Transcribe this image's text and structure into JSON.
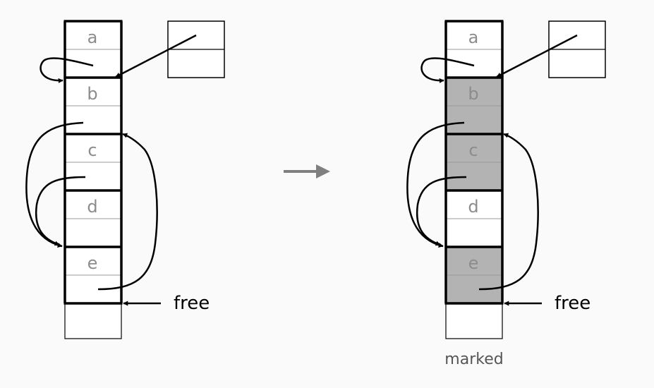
{
  "before": {
    "objects": [
      "a",
      "b",
      "c",
      "d",
      "e"
    ],
    "free_label": "free"
  },
  "after": {
    "objects": [
      "a",
      "b",
      "c",
      "d",
      "e"
    ],
    "marked_objects": [
      "b",
      "c",
      "e"
    ],
    "free_label": "free",
    "caption": "marked"
  },
  "colors": {
    "background": "#fafafa",
    "marked_fill": "#b3b3b3",
    "object_letter": "#8c8c8c",
    "arrow": "#000000",
    "transition_arrow": "#7f7f7f",
    "thin_line": "#9a9a9a"
  }
}
